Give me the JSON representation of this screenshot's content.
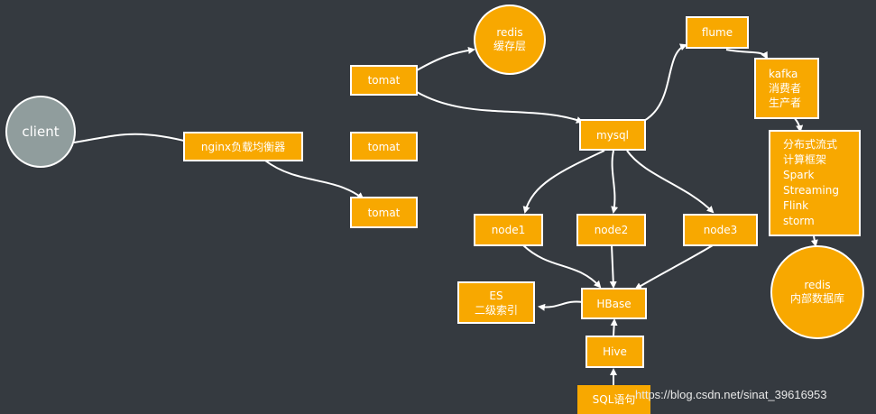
{
  "nodes": {
    "client": "client",
    "nginx": "nginx负载均衡器",
    "tomat_top": "tomat",
    "tomat_mid": "tomat",
    "tomat_bottom": "tomat",
    "redis_cache": "redis\n缓存层",
    "mysql": "mysql",
    "flume": "flume",
    "kafka": "kafka\n消费者\n生产者",
    "stream": "分布式流式\n计算框架\nSpark\nStreaming\nFlink\nstorm",
    "redis_mem": "redis\n内部数据库",
    "node1": "node1",
    "node2": "node2",
    "node3": "node3",
    "hbase": "HBase",
    "es": "ES\n二级索引",
    "hive": "Hive",
    "sql": "SQL语句"
  },
  "watermark": "https://blog.csdn.net/sinat_39616953",
  "colors": {
    "background": "#353a40",
    "node_fill": "#f8a800",
    "client_fill": "#909d9d",
    "stroke": "#ffffff"
  }
}
